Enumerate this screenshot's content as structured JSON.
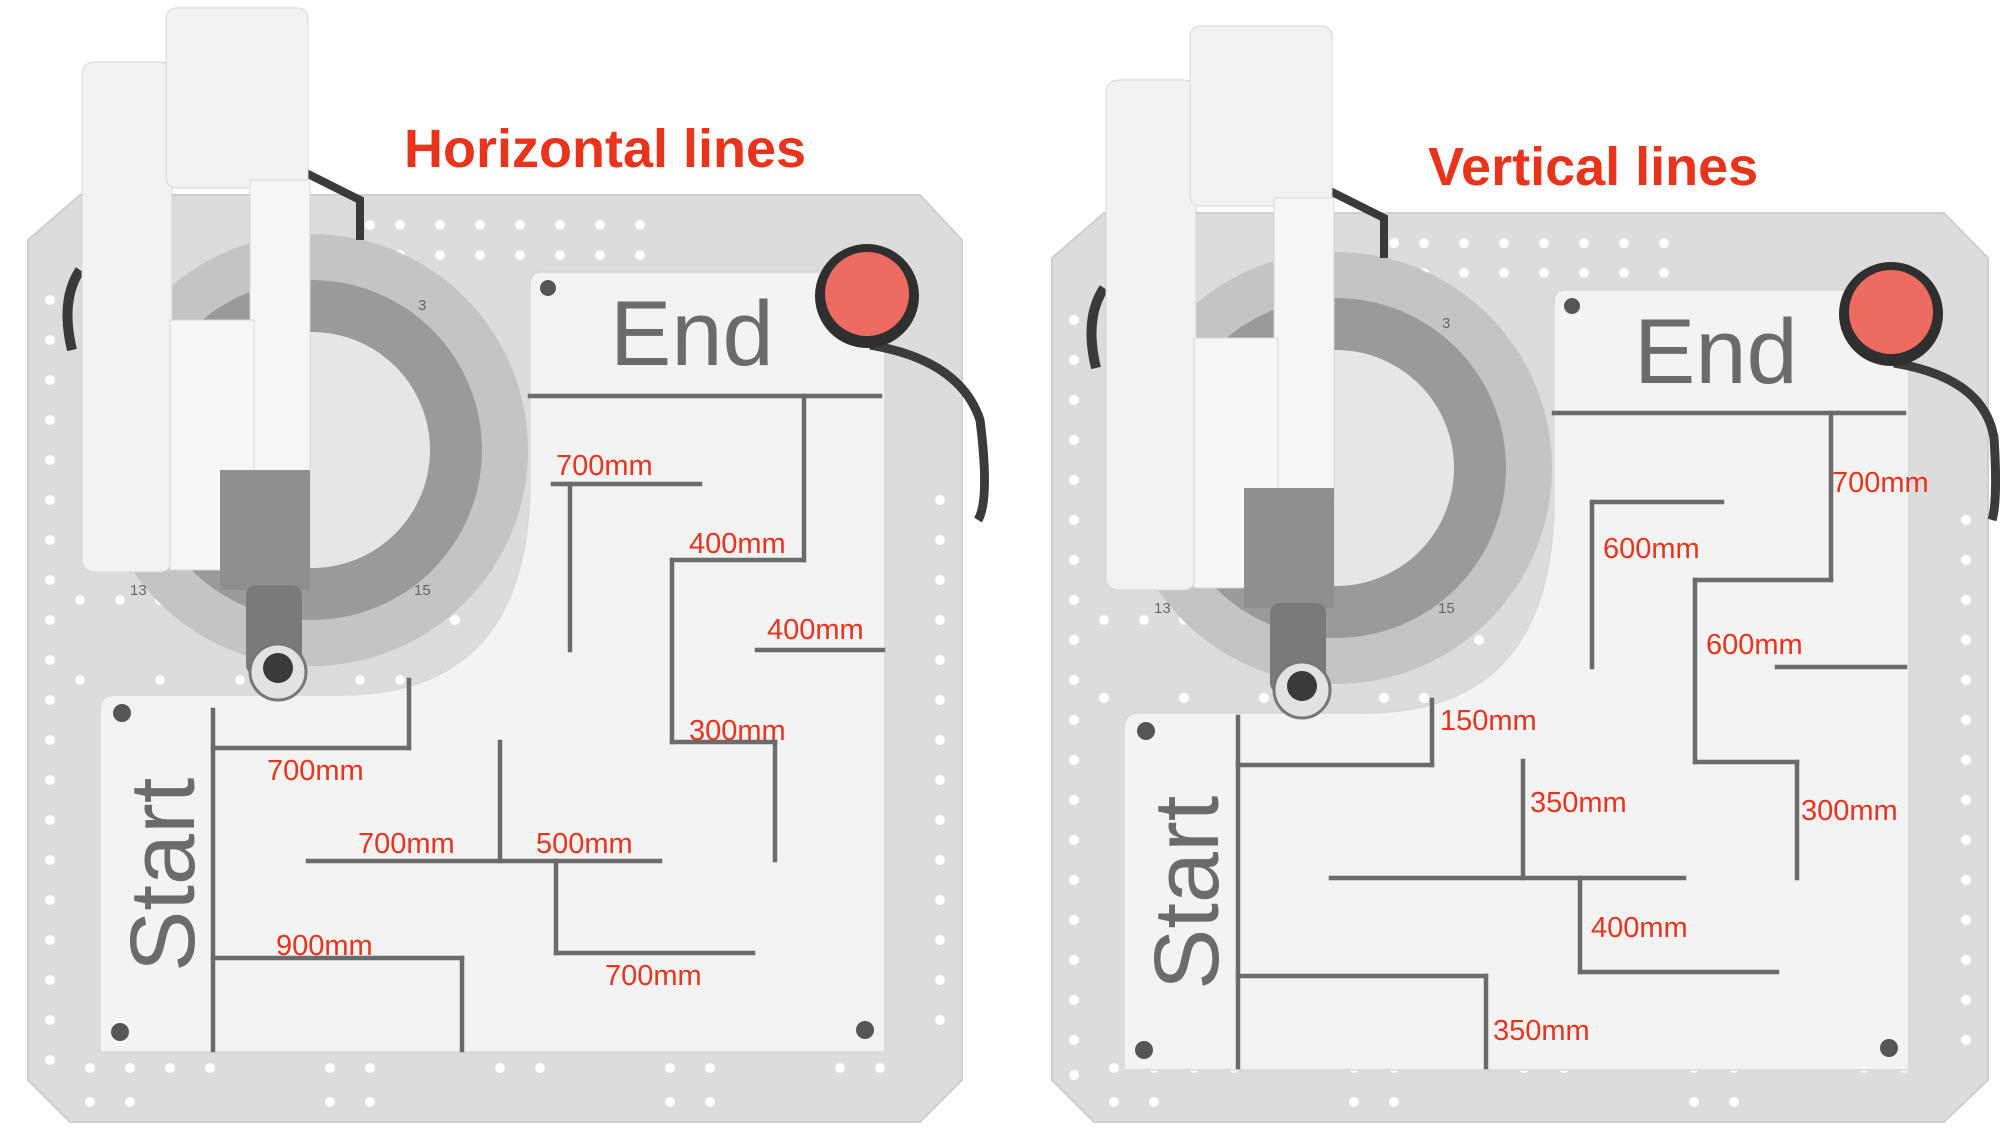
{
  "panels": [
    {
      "title": "Horizontal lines",
      "end_label": "End",
      "start_label": "Start",
      "ring_numbers": [
        "3",
        "13",
        "15"
      ],
      "dimensions": [
        "700mm",
        "400mm",
        "400mm",
        "300mm",
        "700mm",
        "700mm",
        "500mm",
        "900mm",
        "700mm"
      ]
    },
    {
      "title": "Vertical lines",
      "end_label": "End",
      "start_label": "Start",
      "ring_numbers": [
        "3",
        "13",
        "15"
      ],
      "dimensions": [
        "700mm",
        "600mm",
        "600mm",
        "150mm",
        "350mm",
        "300mm",
        "400mm",
        "350mm"
      ]
    }
  ],
  "colors": {
    "accent": "#e8341c",
    "line": "#6b6b6b",
    "plate": "#dcdcdc",
    "board": "#f3f3f3",
    "estop": "#ee6b63"
  }
}
